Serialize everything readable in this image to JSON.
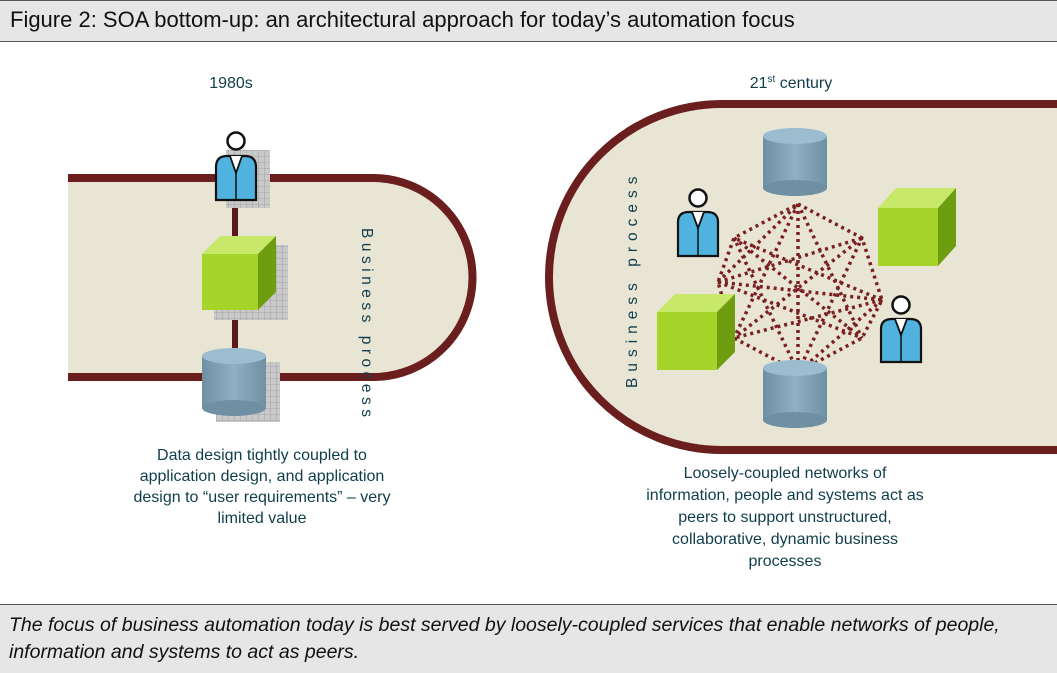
{
  "figure_title": "Figure 2: SOA bottom-up: an architectural approach for today’s automation focus",
  "left_panel": {
    "heading": "1980s",
    "track_label": "Business process",
    "description_lines": [
      "Data design tightly coupled to",
      "application design, and application",
      "design to “user requirements” – very",
      "limited value"
    ]
  },
  "right_panel": {
    "heading_main": "21",
    "heading_sup": "st",
    "heading_rest": " century",
    "track_label": "Business process",
    "description_lines": [
      "Loosely-coupled networks of",
      "information, people and systems act as",
      "peers to support unstructured,",
      "collaborative, dynamic business",
      "processes"
    ]
  },
  "caption": "The focus of business automation today is best served by loosely-coupled services that enable networks of people, information and systems to act as peers.",
  "colors": {
    "track_fill": "#e9e5d5",
    "track_border": "#6b1e1e",
    "heading_text": "#0f3d4c",
    "cube_light": "#a6d42a",
    "cube_dark": "#6f9d10",
    "cylinder": "#7fa0b5",
    "person": "#4fb2df"
  }
}
